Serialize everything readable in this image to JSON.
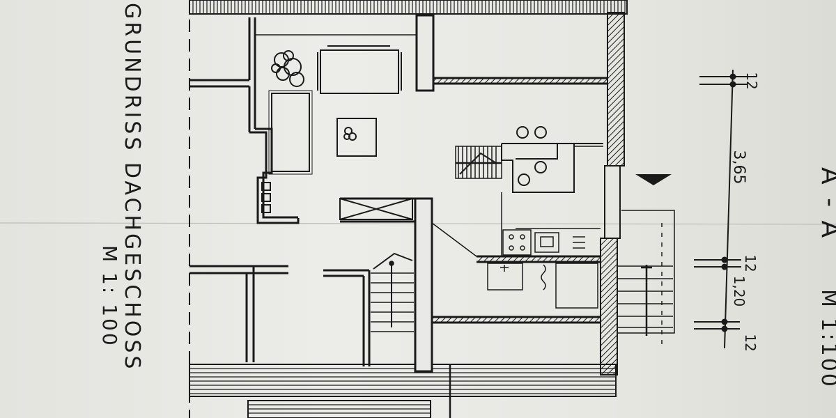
{
  "plan": {
    "title": "GRUNDRISS DACHGESCHOSS",
    "scale": "M 1: 100",
    "section_label": "A - A",
    "section_scale": "M 1:100"
  },
  "dimensions": {
    "segments": [
      "12",
      "3,65",
      "12",
      "1,20",
      "12"
    ]
  },
  "colors": {
    "ink": "#1a1a1a",
    "paper": "#e9e9e5"
  }
}
